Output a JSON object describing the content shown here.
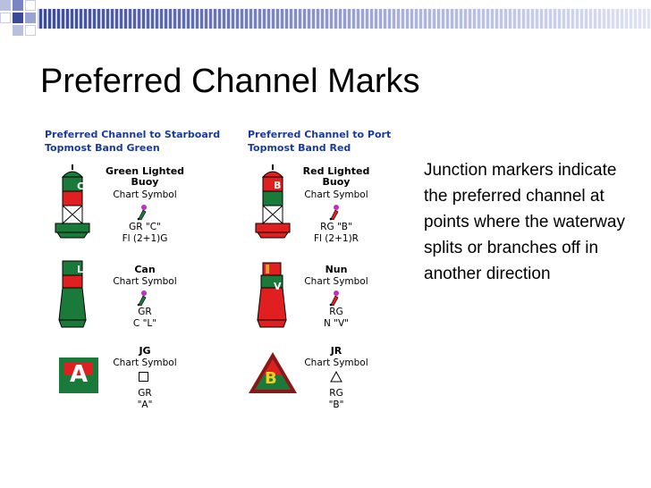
{
  "slide": {
    "title": "Preferred Channel Marks",
    "body": "Junction markers indicate the preferred channel at points where the waterway splits or branches off in another direction"
  },
  "left_column": {
    "header_line1": "Preferred Channel to Starboard",
    "header_line2": "Topmost Band Green",
    "lighted_buoy": {
      "name_line1": "Green Lighted",
      "name_line2": "Buoy",
      "chart_label": "Chart Symbol",
      "code": "GR \"C\"",
      "light": "Fl (2+1)G",
      "letter": "C"
    },
    "can": {
      "name": "Can",
      "chart_label": "Chart Symbol",
      "code_line1": "GR",
      "code_line2": "C \"L\"",
      "letter": "L"
    },
    "daymark": {
      "name": "JG",
      "chart_label": "Chart Symbol",
      "code_line1": "GR",
      "code_line2": "\"A\"",
      "letter": "A"
    }
  },
  "right_column": {
    "header_line1": "Preferred Channel to Port",
    "header_line2": "Topmost Band Red",
    "lighted_buoy": {
      "name_line1": "Red Lighted",
      "name_line2": "Buoy",
      "chart_label": "Chart Symbol",
      "code": "RG \"B\"",
      "light": "Fl (2+1)R",
      "letter": "B"
    },
    "nun": {
      "name": "Nun",
      "chart_label": "Chart Symbol",
      "code_line1": "RG",
      "code_line2": "N \"V\"",
      "letter": "V"
    },
    "daymark": {
      "name": "JR",
      "chart_label": "Chart Symbol",
      "code_line1": "RG",
      "code_line2": "\"B\"",
      "letter": "B"
    }
  },
  "colors": {
    "green": "#1a7a3a",
    "red": "#e02020",
    "header_blue": "#1a3a9a",
    "symbol_magenta": "#c030c0"
  }
}
